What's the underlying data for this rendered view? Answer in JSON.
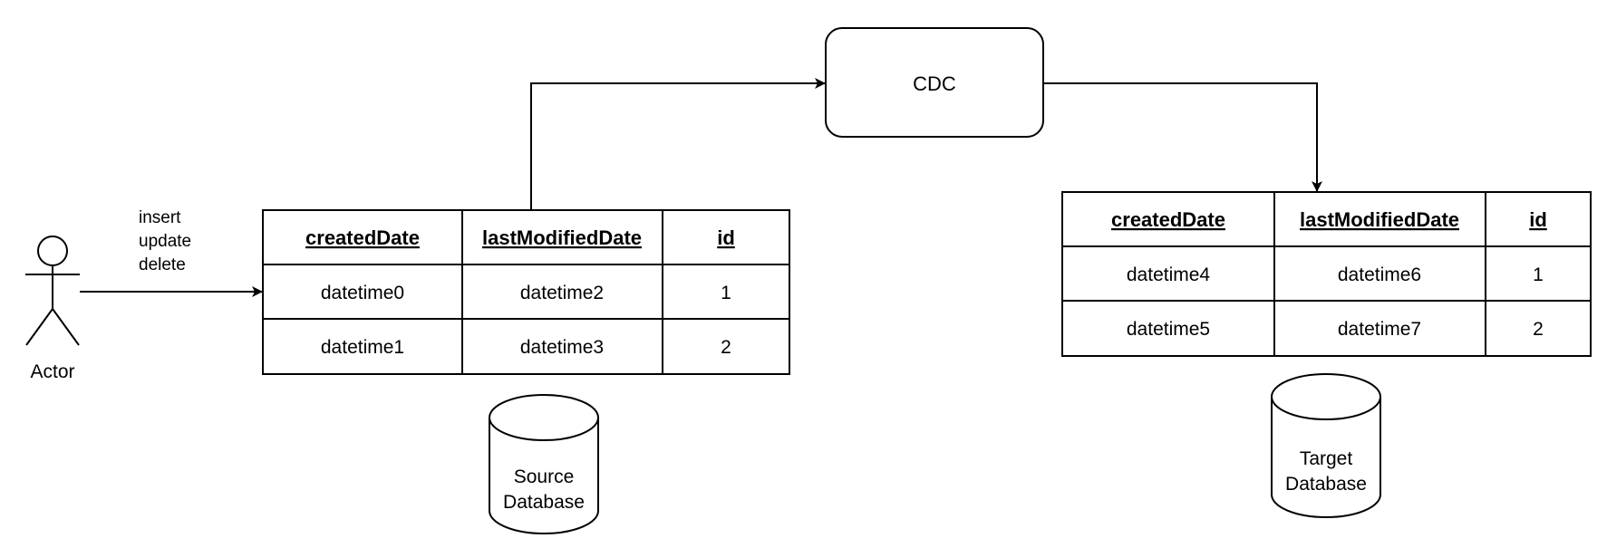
{
  "actor": {
    "label": "Actor",
    "operations": [
      "insert",
      "update",
      "delete"
    ]
  },
  "cdc": {
    "label": "CDC"
  },
  "source_table": {
    "headers": [
      "createdDate",
      "lastModifiedDate",
      "id"
    ],
    "rows": [
      [
        "datetime0",
        "datetime2",
        "1"
      ],
      [
        "datetime1",
        "datetime3",
        "2"
      ]
    ]
  },
  "target_table": {
    "headers": [
      "createdDate",
      "lastModifiedDate",
      "id"
    ],
    "rows": [
      [
        "datetime4",
        "datetime6",
        "1"
      ],
      [
        "datetime5",
        "datetime7",
        "2"
      ]
    ]
  },
  "source_db": {
    "lines": [
      "Source",
      "Database"
    ]
  },
  "target_db": {
    "lines": [
      "Target",
      "Database"
    ]
  }
}
